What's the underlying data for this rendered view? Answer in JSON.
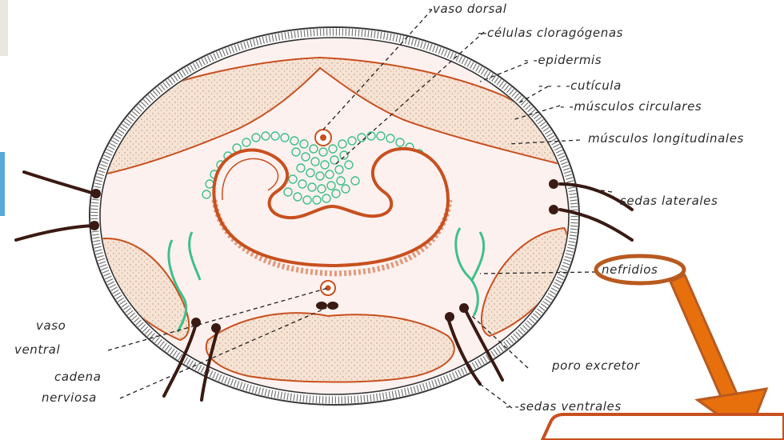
{
  "diagram": {
    "labels": {
      "vaso_dorsal": "-vaso dorsal",
      "celulas_cloragogenas": "--células cloragógenas",
      "epidermis": "- -epidermis",
      "cuticula": "- - - -cutícula",
      "musculos_circulares": "- -músculos circulares",
      "musculos_longitudinales": "músculos longitudinales",
      "sedas_laterales": "sedas laterales",
      "nefridios": "nefridios",
      "vaso_ventral_1": "vaso",
      "vaso_ventral_2": "ventral",
      "cadena_nerviosa_1": "cadena",
      "cadena_nerviosa_2": "nerviosa",
      "poro_excretor": "poro excretor",
      "sedas_ventrales": "- -sedas ventrales"
    },
    "colors": {
      "background": "#ffffff",
      "body_fill": "#fdf1ef",
      "muscle_fill": "#f5e1d1",
      "orange_outline": "#c8501e",
      "green": "#3fbf8a",
      "bristle": "#3a1a12",
      "highlight_arrow": "#e8700c",
      "highlight_ring": "#b85a20",
      "left_accent": "#5aa9d6"
    }
  }
}
